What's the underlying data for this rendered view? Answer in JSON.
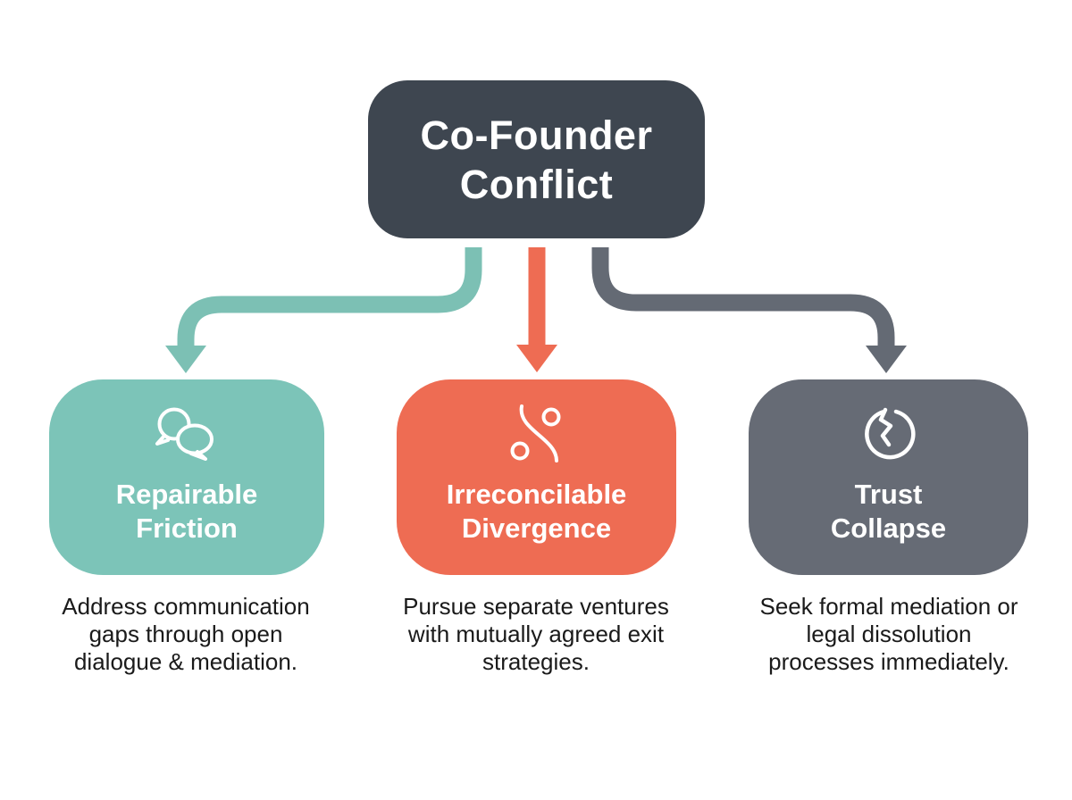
{
  "background_color": "#ffffff",
  "description_text_color": "#1a1a1a",
  "title_node": {
    "line1": "Co-Founder",
    "line2": "Conflict",
    "bg_color": "#3e4650",
    "text_color": "#ffffff"
  },
  "branches": [
    {
      "id": "repairable-friction",
      "title_line1": "Repairable",
      "title_line2": "Friction",
      "description": "Address communication gaps through open dialogue & mediation.",
      "color": "#7cc4b8",
      "arrow_color": "#7cc0b4",
      "text_color": "#ffffff",
      "icon": "chat-bubbles-icon",
      "icon_color": "#ffffff"
    },
    {
      "id": "irreconcilable-divergence",
      "title_line1": "Irreconcilable",
      "title_line2": "Divergence",
      "description": "Pursue separate ventures with mutually agreed exit strategies.",
      "color": "#ee6c53",
      "arrow_color": "#ee6c53",
      "text_color": "#ffffff",
      "icon": "diverging-paths-icon",
      "icon_color": "#ffffff"
    },
    {
      "id": "trust-collapse",
      "title_line1": "Trust",
      "title_line2": "Collapse",
      "description": "Seek formal mediation or legal dissolution processes immediately.",
      "color": "#666b75",
      "arrow_color": "#646a74",
      "text_color": "#ffffff",
      "icon": "cracked-circle-icon",
      "icon_color": "#ffffff"
    }
  ]
}
